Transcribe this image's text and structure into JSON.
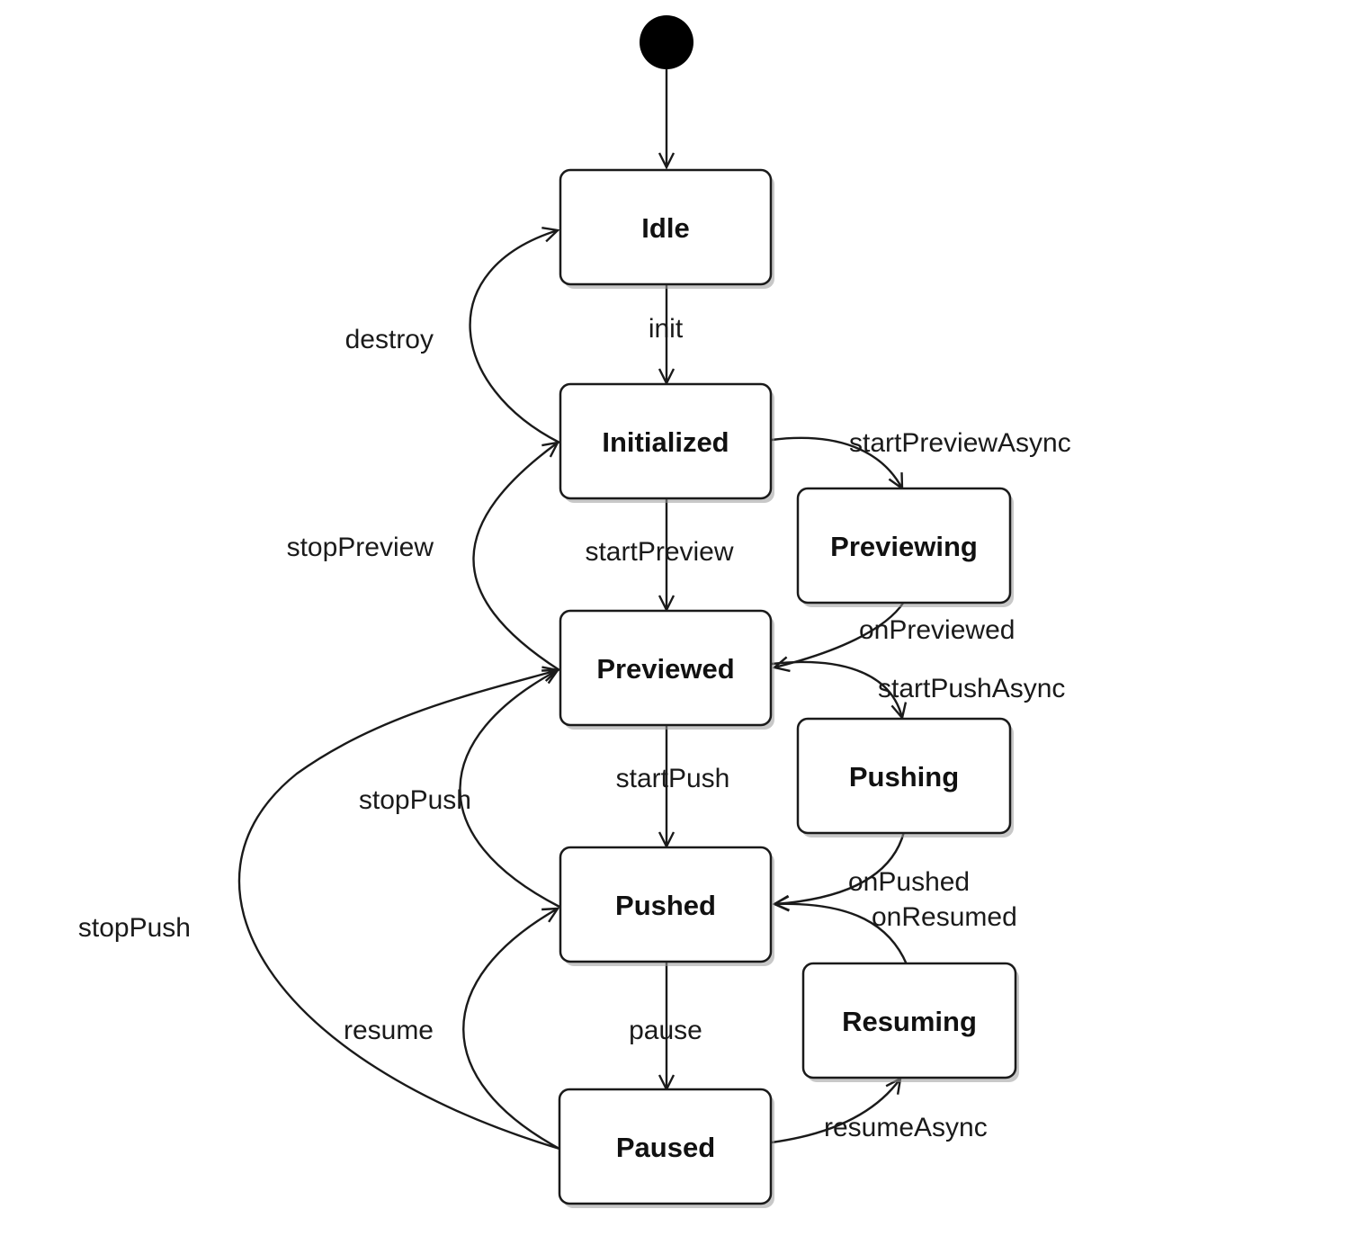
{
  "diagram": {
    "states": {
      "idle": "Idle",
      "initialized": "Initialized",
      "previewing": "Previewing",
      "previewed": "Previewed",
      "pushing": "Pushing",
      "pushed": "Pushed",
      "resuming": "Resuming",
      "paused": "Paused"
    },
    "transitions": {
      "init": "init",
      "destroy": "destroy",
      "startPreviewAsync": "startPreviewAsync",
      "stopPreview": "stopPreview",
      "startPreview": "startPreview",
      "onPreviewed": "onPreviewed",
      "startPushAsync": "startPushAsync",
      "stopPush_inner": "stopPush",
      "stopPush_outer": "stopPush",
      "startPush": "startPush",
      "onPushed": "onPushed",
      "onResumed": "onResumed",
      "resume": "resume",
      "pause": "pause",
      "resumeAsync": "resumeAsync"
    }
  }
}
